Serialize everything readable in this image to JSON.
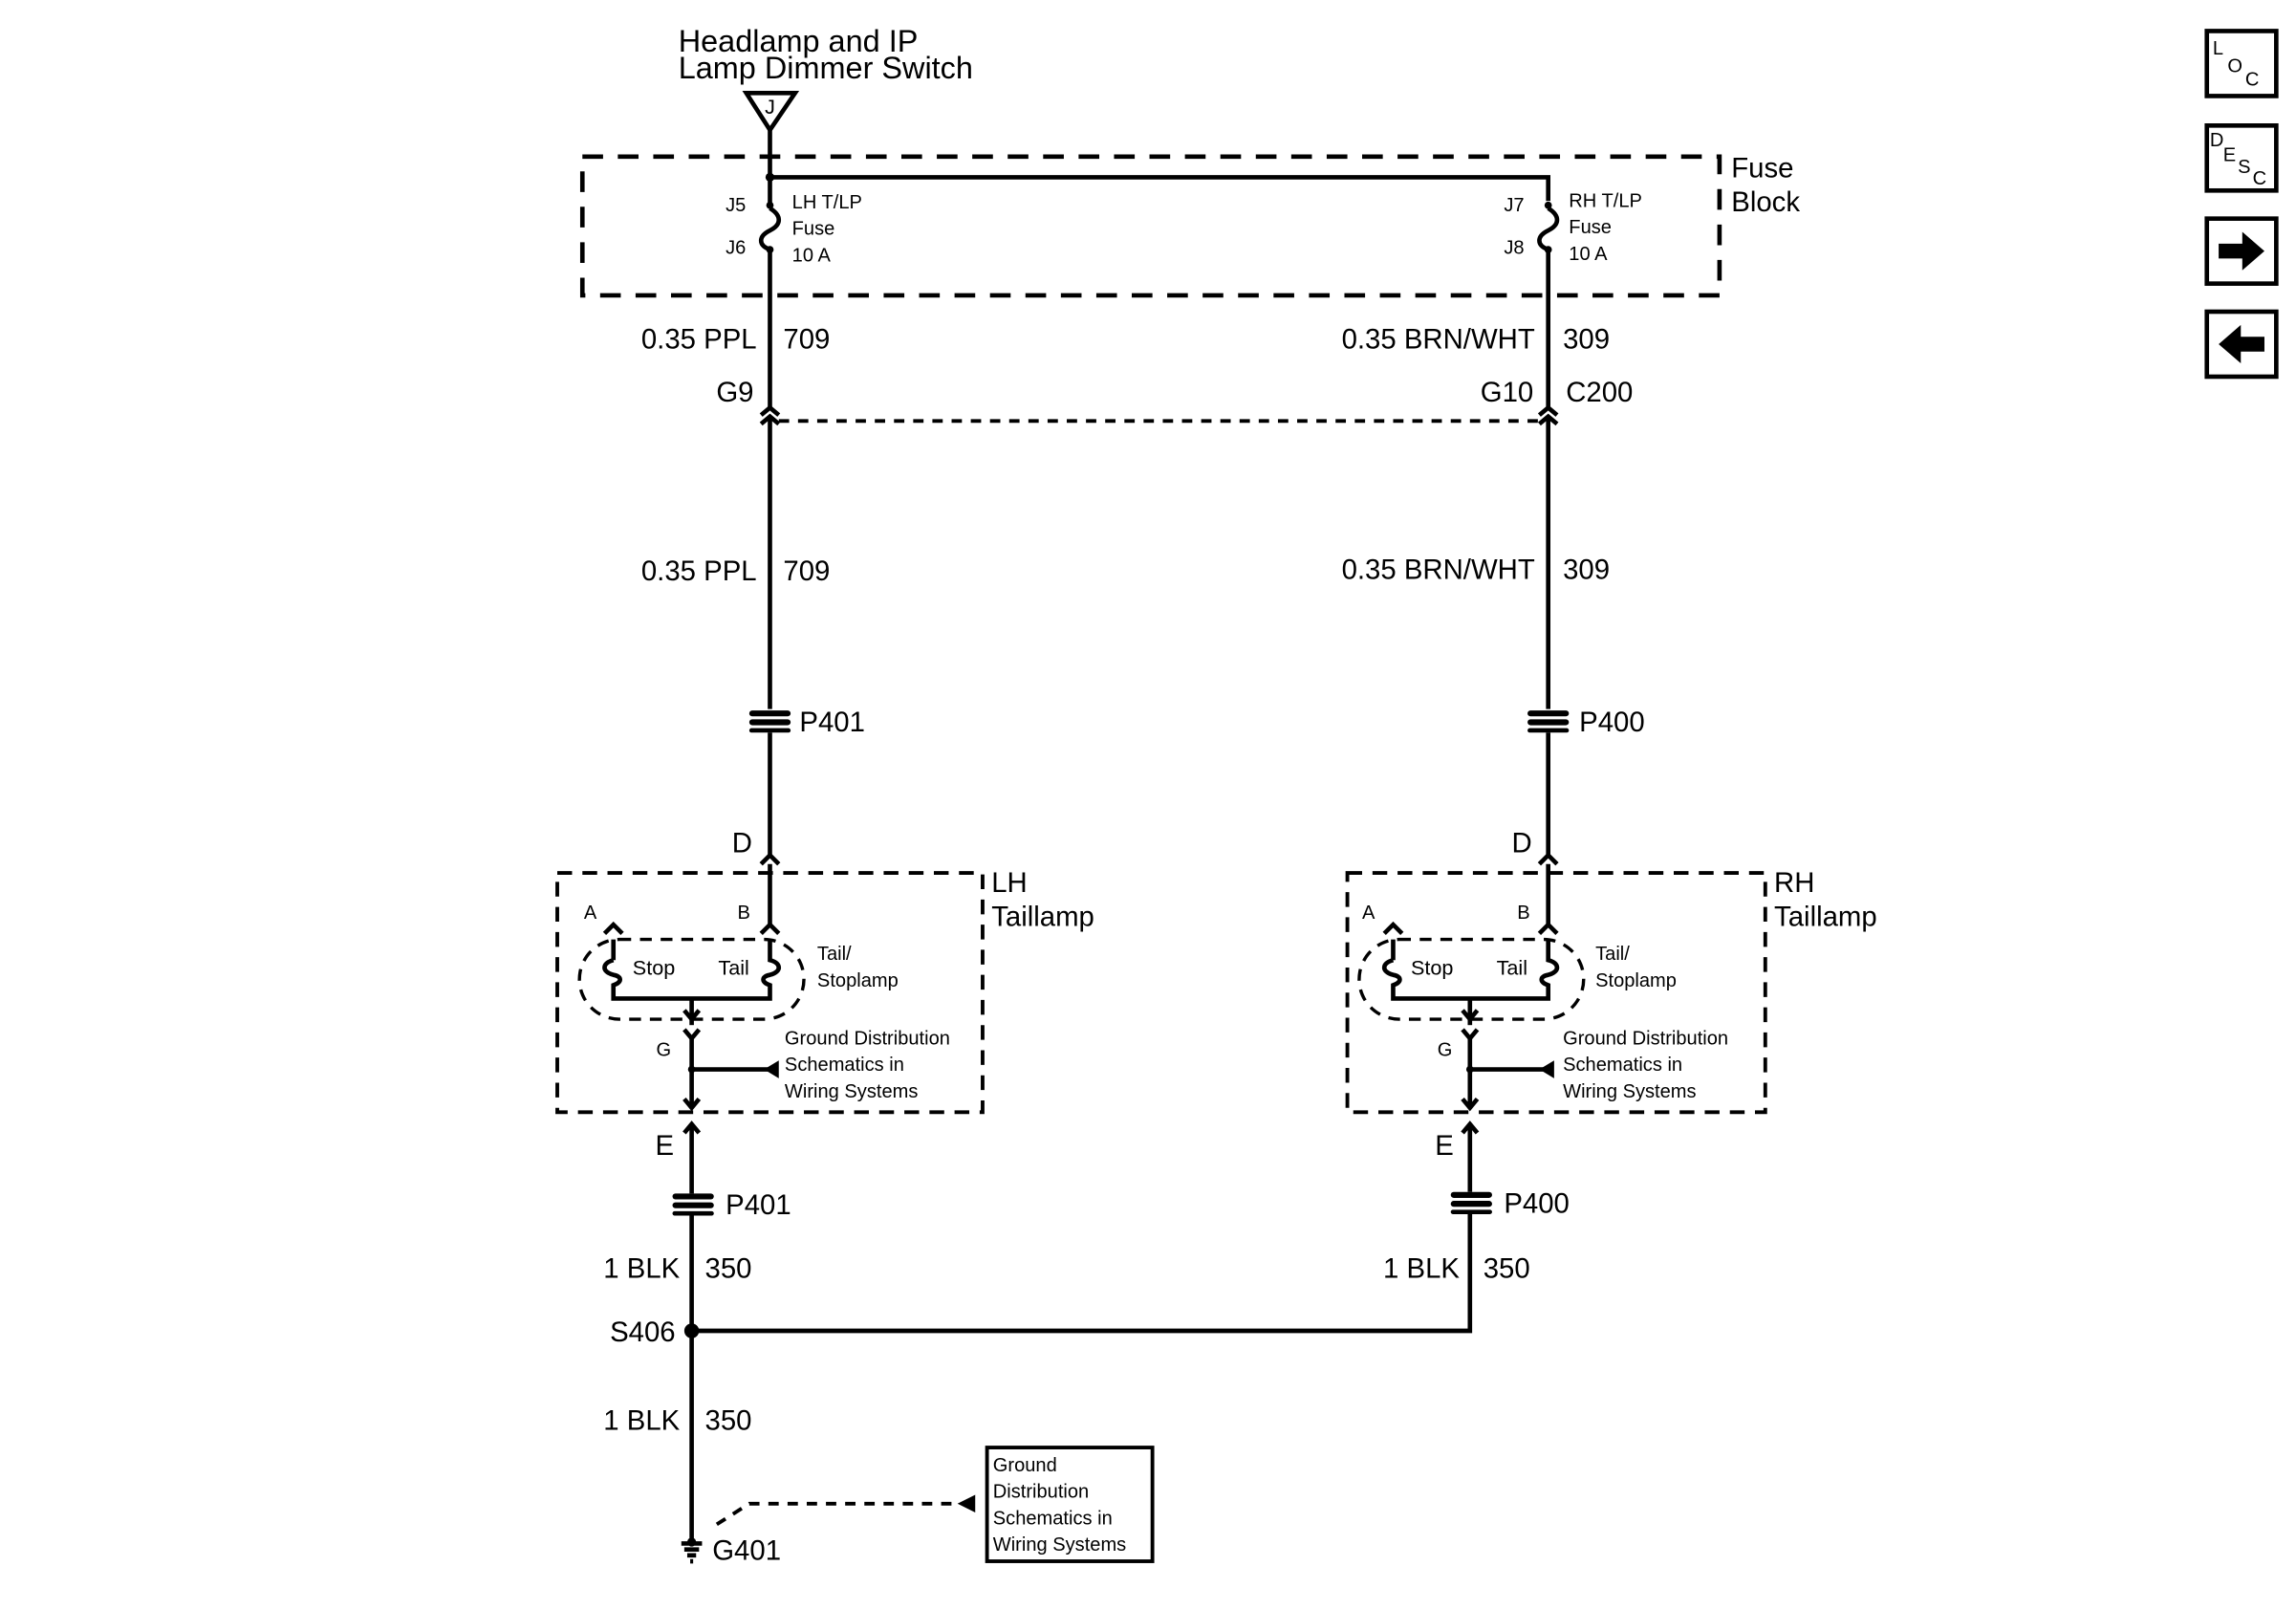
{
  "dimmer_switch": {
    "line1": "Headlamp and IP",
    "line2": "Lamp Dimmer Switch",
    "terminal": "J"
  },
  "fuse_block": {
    "title1": "Fuse",
    "title2": "Block",
    "lh": {
      "in_pin": "J5",
      "out_pin": "J6",
      "name": "LH T/LP",
      "type": "Fuse",
      "rating": "10 A"
    },
    "rh": {
      "in_pin": "J7",
      "out_pin": "J8",
      "name": "RH T/LP",
      "type": "Fuse",
      "rating": "10 A"
    }
  },
  "left_circuit": {
    "wire_upper_color": "0.35 PPL",
    "wire_upper_num": "709",
    "connector_pin": "G9",
    "wire_lower_color": "0.35 PPL",
    "wire_lower_num": "709",
    "splice_upper": "P401",
    "lamp_pin_in": "D",
    "lamp_pin_out": "E",
    "splice_lower": "P401",
    "ground_wire_color": "1 BLK",
    "ground_wire_num": "350"
  },
  "right_circuit": {
    "wire_upper_color": "0.35 BRN/WHT",
    "wire_upper_num": "309",
    "connector_pin": "G10",
    "connector_id": "C200",
    "wire_lower_color": "0.35 BRN/WHT",
    "wire_lower_num": "309",
    "splice_upper": "P400",
    "lamp_pin_in": "D",
    "lamp_pin_out": "E",
    "splice_lower": "P400",
    "ground_wire_color": "1 BLK",
    "ground_wire_num": "350"
  },
  "lh_taillamp": {
    "title1": "LH",
    "title2": "Taillamp",
    "pin_a": "A",
    "pin_b": "B",
    "pin_g": "G",
    "stop_label": "Stop",
    "tail_label": "Tail",
    "bulb_label1": "Tail/",
    "bulb_label2": "Stoplamp",
    "ref1": "Ground Distribution",
    "ref2": "Schematics in",
    "ref3": "Wiring Systems"
  },
  "rh_taillamp": {
    "title1": "RH",
    "title2": "Taillamp",
    "pin_a": "A",
    "pin_b": "B",
    "pin_g": "G",
    "stop_label": "Stop",
    "tail_label": "Tail",
    "bulb_label1": "Tail/",
    "bulb_label2": "Stoplamp",
    "ref1": "Ground Distribution",
    "ref2": "Schematics in",
    "ref3": "Wiring Systems"
  },
  "splice": {
    "id": "S406",
    "wire_color": "1 BLK",
    "wire_num": "350"
  },
  "ground": {
    "id": "G401"
  },
  "ground_ref_box": {
    "line1": "Ground",
    "line2": "Distribution",
    "line3": "Schematics in",
    "line4": "Wiring Systems"
  },
  "nav": {
    "loc": {
      "l": "L",
      "o": "O",
      "c": "C"
    },
    "desc": {
      "d": "D",
      "e": "E",
      "s": "S",
      "c": "C"
    },
    "next_icon": "arrow-right-icon",
    "prev_icon": "arrow-left-icon"
  }
}
